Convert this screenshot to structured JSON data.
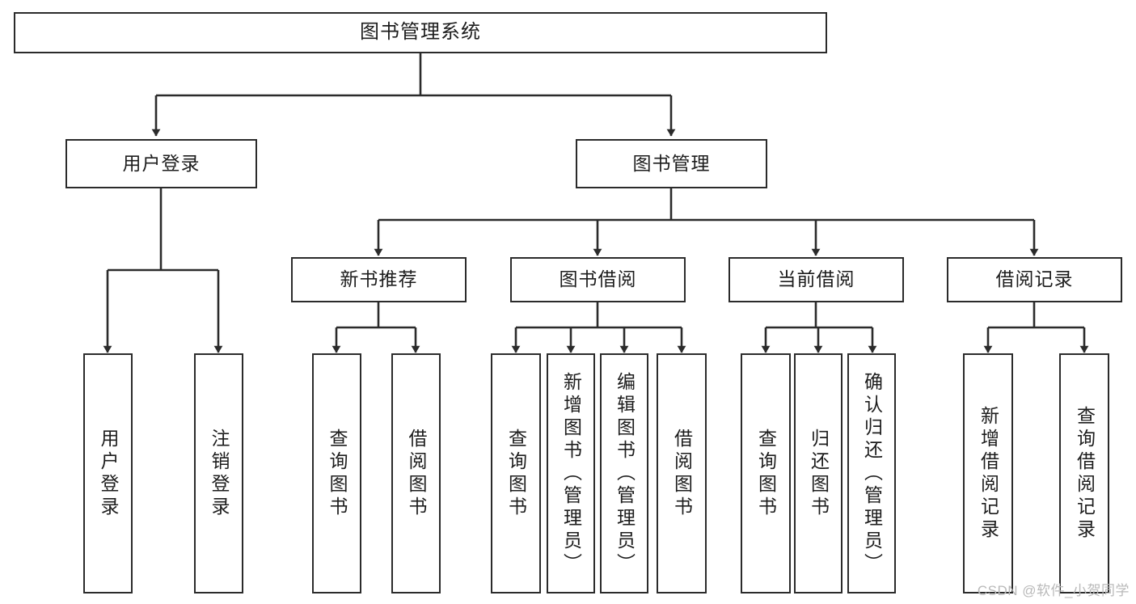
{
  "diagram": {
    "type": "tree",
    "title": "图书管理系统",
    "orientation": "top-down",
    "watermark": "CSDN @软件_小贺同学",
    "colors": {
      "stroke": "#2b2b2b",
      "fill": "#ffffff",
      "text": "#1d1d1d",
      "watermark": "#b9b9b9"
    },
    "nodes": {
      "root": {
        "label": "图书管理系统"
      },
      "level1": [
        {
          "id": "user-login",
          "label": "用户登录"
        },
        {
          "id": "book-manage",
          "label": "图书管理"
        }
      ],
      "level2": [
        {
          "id": "new-book-recommend",
          "label": "新书推荐"
        },
        {
          "id": "book-borrow",
          "label": "图书借阅"
        },
        {
          "id": "current-borrow",
          "label": "当前借阅"
        },
        {
          "id": "borrow-record",
          "label": "借阅记录"
        }
      ],
      "leaves": {
        "user-login": [
          {
            "id": "leaf-user-login",
            "label": "用户登录"
          },
          {
            "id": "leaf-logout-login",
            "label": "注销登录"
          }
        ],
        "new-book-recommend": [
          {
            "id": "leaf-query-book-1",
            "label": "查询图书"
          },
          {
            "id": "leaf-borrow-book-1",
            "label": "借阅图书"
          }
        ],
        "book-borrow": [
          {
            "id": "leaf-query-book-2",
            "label": "查询图书"
          },
          {
            "id": "leaf-add-book-admin",
            "label": "新增图书（管理员）"
          },
          {
            "id": "leaf-edit-book-admin",
            "label": "编辑图书（管理员）"
          },
          {
            "id": "leaf-borrow-book-2",
            "label": "借阅图书"
          }
        ],
        "current-borrow": [
          {
            "id": "leaf-query-book-3",
            "label": "查询图书"
          },
          {
            "id": "leaf-return-book",
            "label": "归还图书"
          },
          {
            "id": "leaf-confirm-return-admin",
            "label": "确认归还（管理员）"
          }
        ],
        "borrow-record": [
          {
            "id": "leaf-add-borrow-record",
            "label": "新增借阅记录"
          },
          {
            "id": "leaf-query-borrow-record",
            "label": "查询借阅记录"
          }
        ]
      }
    }
  }
}
